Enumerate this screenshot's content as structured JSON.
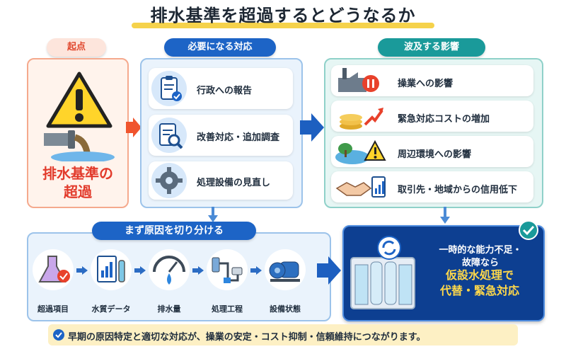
{
  "title": "排水基準を超過するとどうなるか",
  "sections": {
    "start": {
      "label": "起点",
      "text_line1": "排水基準の",
      "text_line2": "超過"
    },
    "actions": {
      "label": "必要になる対応",
      "items": [
        {
          "label": "行政への報告",
          "icon": "clipboard-check-icon"
        },
        {
          "label": "改善対応・追加調査",
          "icon": "report-magnifier-icon"
        },
        {
          "label": "処理設備の見直し",
          "icon": "gear-icon"
        }
      ]
    },
    "impacts": {
      "label": "波及する影響",
      "items": [
        {
          "label": "操業への影響",
          "icon": "factory-stop-icon"
        },
        {
          "label": "緊急対応コストの増加",
          "icon": "coins-up-icon"
        },
        {
          "label": "周辺環境への影響",
          "icon": "environment-warning-icon"
        },
        {
          "label": "取引先・地域からの信用低下",
          "icon": "handshake-chart-icon"
        }
      ]
    },
    "causes": {
      "label": "まず原因を切り分ける",
      "items": [
        {
          "label": "超過項目",
          "icon": "flask-check-icon"
        },
        {
          "label": "水質データ",
          "icon": "data-chart-icon"
        },
        {
          "label": "排水量",
          "icon": "flow-gauge-icon"
        },
        {
          "label": "処理工程",
          "icon": "process-pipes-icon"
        },
        {
          "label": "設備状態",
          "icon": "pump-motor-icon"
        }
      ]
    },
    "temporary": {
      "line1": "一時的な能力不足・",
      "line1b": "故障なら",
      "line2": "仮設水処理で",
      "line3": "代替・緊急対応"
    }
  },
  "footer": "早期の原因特定と適切な対応が、操業の安定・コスト抑制・信頼維持につながります。",
  "colors": {
    "red": "#e23a2b",
    "blue": "#1d64c6",
    "teal": "#1a9a9a",
    "navy": "#0d3f91",
    "yellow": "#ffd84a"
  }
}
